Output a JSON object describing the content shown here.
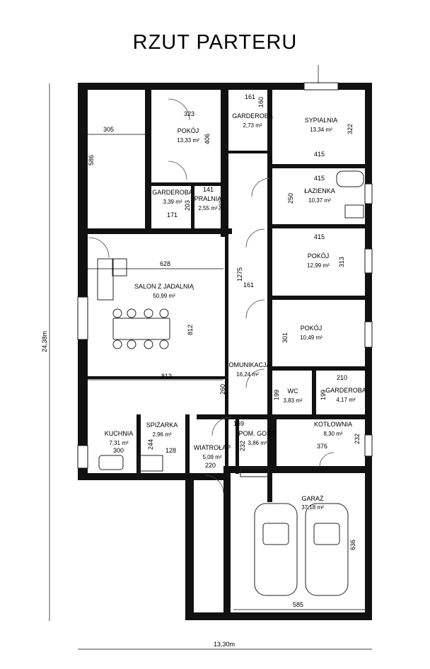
{
  "title": "RZUT PARTERU",
  "rooms": [
    {
      "name": "POKÓJ",
      "area": "13,33 m²"
    },
    {
      "name": "GARDEROBA",
      "area": "2,73 m²"
    },
    {
      "name": "SYPIALNIA",
      "area": "13,34 m²"
    },
    {
      "name": "GARDEROBA",
      "area": "3,39 m²"
    },
    {
      "name": "PRALNIA",
      "area": "2,55 m²"
    },
    {
      "name": "ŁAZIENKA",
      "area": "10,37 m²"
    },
    {
      "name": "POKÓJ",
      "area": "12,99 m²"
    },
    {
      "name": "SALON Z JADALNIĄ",
      "area": "50,99 m²"
    },
    {
      "name": "POKÓJ",
      "area": "10,49 m²"
    },
    {
      "name": "KOMUNIKACJA",
      "area": "16,24 m²"
    },
    {
      "name": "WC",
      "area": "3,83 m²"
    },
    {
      "name": "GARDEROBA",
      "area": "4,17 m²"
    },
    {
      "name": "KUCHNIA",
      "area": "7,31 m²"
    },
    {
      "name": "SPIŻARKA",
      "area": "2,96 m²"
    },
    {
      "name": "WIATROŁAP",
      "area": "5,09 m²"
    },
    {
      "name": "POM. GOSP.",
      "area": "3,86 m²"
    },
    {
      "name": "KOTŁOWNIA",
      "area": "8,30 m²"
    },
    {
      "name": "GARAŻ",
      "area": "37,18 m²"
    }
  ],
  "dimensions": [
    "305",
    "586",
    "323",
    "406",
    "161",
    "160",
    "322",
    "415",
    "141",
    "203",
    "171",
    "203",
    "250",
    "415",
    "628",
    "1275",
    "313",
    "415",
    "161",
    "812",
    "301",
    "210",
    "813",
    "260",
    "199",
    "169",
    "199",
    "244",
    "300",
    "128",
    "232",
    "376",
    "232",
    "220",
    "636",
    "585"
  ],
  "overall": {
    "width": "13,30m",
    "height": "24,38m"
  }
}
